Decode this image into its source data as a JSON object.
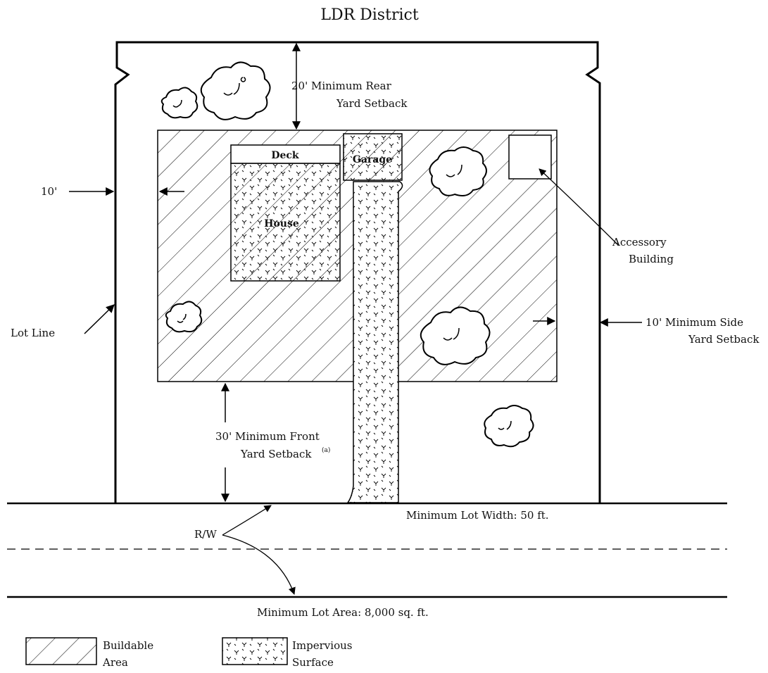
{
  "title": "LDR District",
  "labels": {
    "rear_setback_1": "20' Minimum Rear",
    "rear_setback_2": "Yard Setback",
    "side_left": "10'",
    "lot_line": "Lot Line",
    "side_right_1": "10' Minimum Side",
    "side_right_2": "Yard Setback",
    "front_setback_1": "30' Minimum Front",
    "front_setback_2": "Yard Setback",
    "front_note": "(a)",
    "deck": "Deck",
    "house": "House",
    "garage": "Garage",
    "accessory_1": "Accessory",
    "accessory_2": "Building",
    "rw": "R/W",
    "min_lot_width": "Minimum Lot Width: 50 ft.",
    "min_lot_area": "Minimum Lot Area: 8,000 sq. ft."
  },
  "legend": [
    {
      "label_1": "Buildable",
      "label_2": "Area",
      "pattern": "hatch"
    },
    {
      "label_1": "Impervious",
      "label_2": "Surface",
      "pattern": "dots"
    }
  ],
  "colors": {
    "ink": "#000000",
    "background": "#ffffff"
  }
}
